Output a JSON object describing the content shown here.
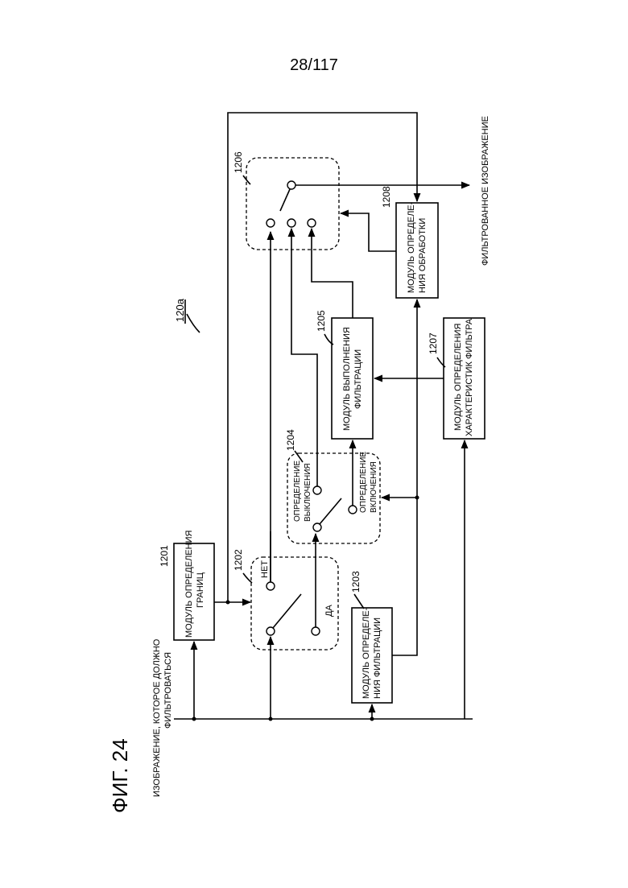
{
  "page_number": "28/117",
  "figure_title": "ФИГ. 24",
  "device_ref": "120a",
  "input_label": [
    "ИЗОБРАЖЕНИЕ, КОТОРОЕ ДОЛЖНО",
    "ФИЛЬТРОВАТЬСЯ"
  ],
  "output_label": "ФИЛЬТРОВАННОЕ ИЗОБРАЖЕНИЕ",
  "modules": {
    "boundary": {
      "ref": "1201",
      "lines": [
        "МОДУЛЬ ОПРЕДЕЛЕНИЯ",
        "ГРАНИЦ"
      ]
    },
    "switch_a": {
      "ref": "1202",
      "yes": "ДА",
      "no": "НЕТ"
    },
    "filter_decision": {
      "ref": "1203",
      "lines": [
        "МОДУЛЬ ОПРЕДЕЛЕ-",
        "НИЯ ФИЛЬТРАЦИИ"
      ]
    },
    "switch_b": {
      "ref": "1204",
      "off": [
        "ОПРЕДЕЛЕНИЕ",
        "ВЫКЛЮЧЕНИЯ"
      ],
      "on": [
        "ОПРЕДЕЛЕНИЕ",
        "ВКЛЮЧЕНИЯ"
      ]
    },
    "filter_exec": {
      "ref": "1205",
      "lines": [
        "МОДУЛЬ ВЫПОЛНЕНИЯ",
        "ФИЛЬТРАЦИИ"
      ]
    },
    "switch_c": {
      "ref": "1206"
    },
    "filter_char": {
      "ref": "1207",
      "lines": [
        "МОДУЛЬ ОПРЕДЕЛЕНИЯ",
        "ХАРАКТЕРИСТИК ФИЛЬТРА"
      ]
    },
    "processing": {
      "ref": "1208",
      "lines": [
        "МОДУЛЬ ОПРЕДЕЛЕ-",
        "НИЯ ОБРАБОТКИ"
      ]
    }
  }
}
